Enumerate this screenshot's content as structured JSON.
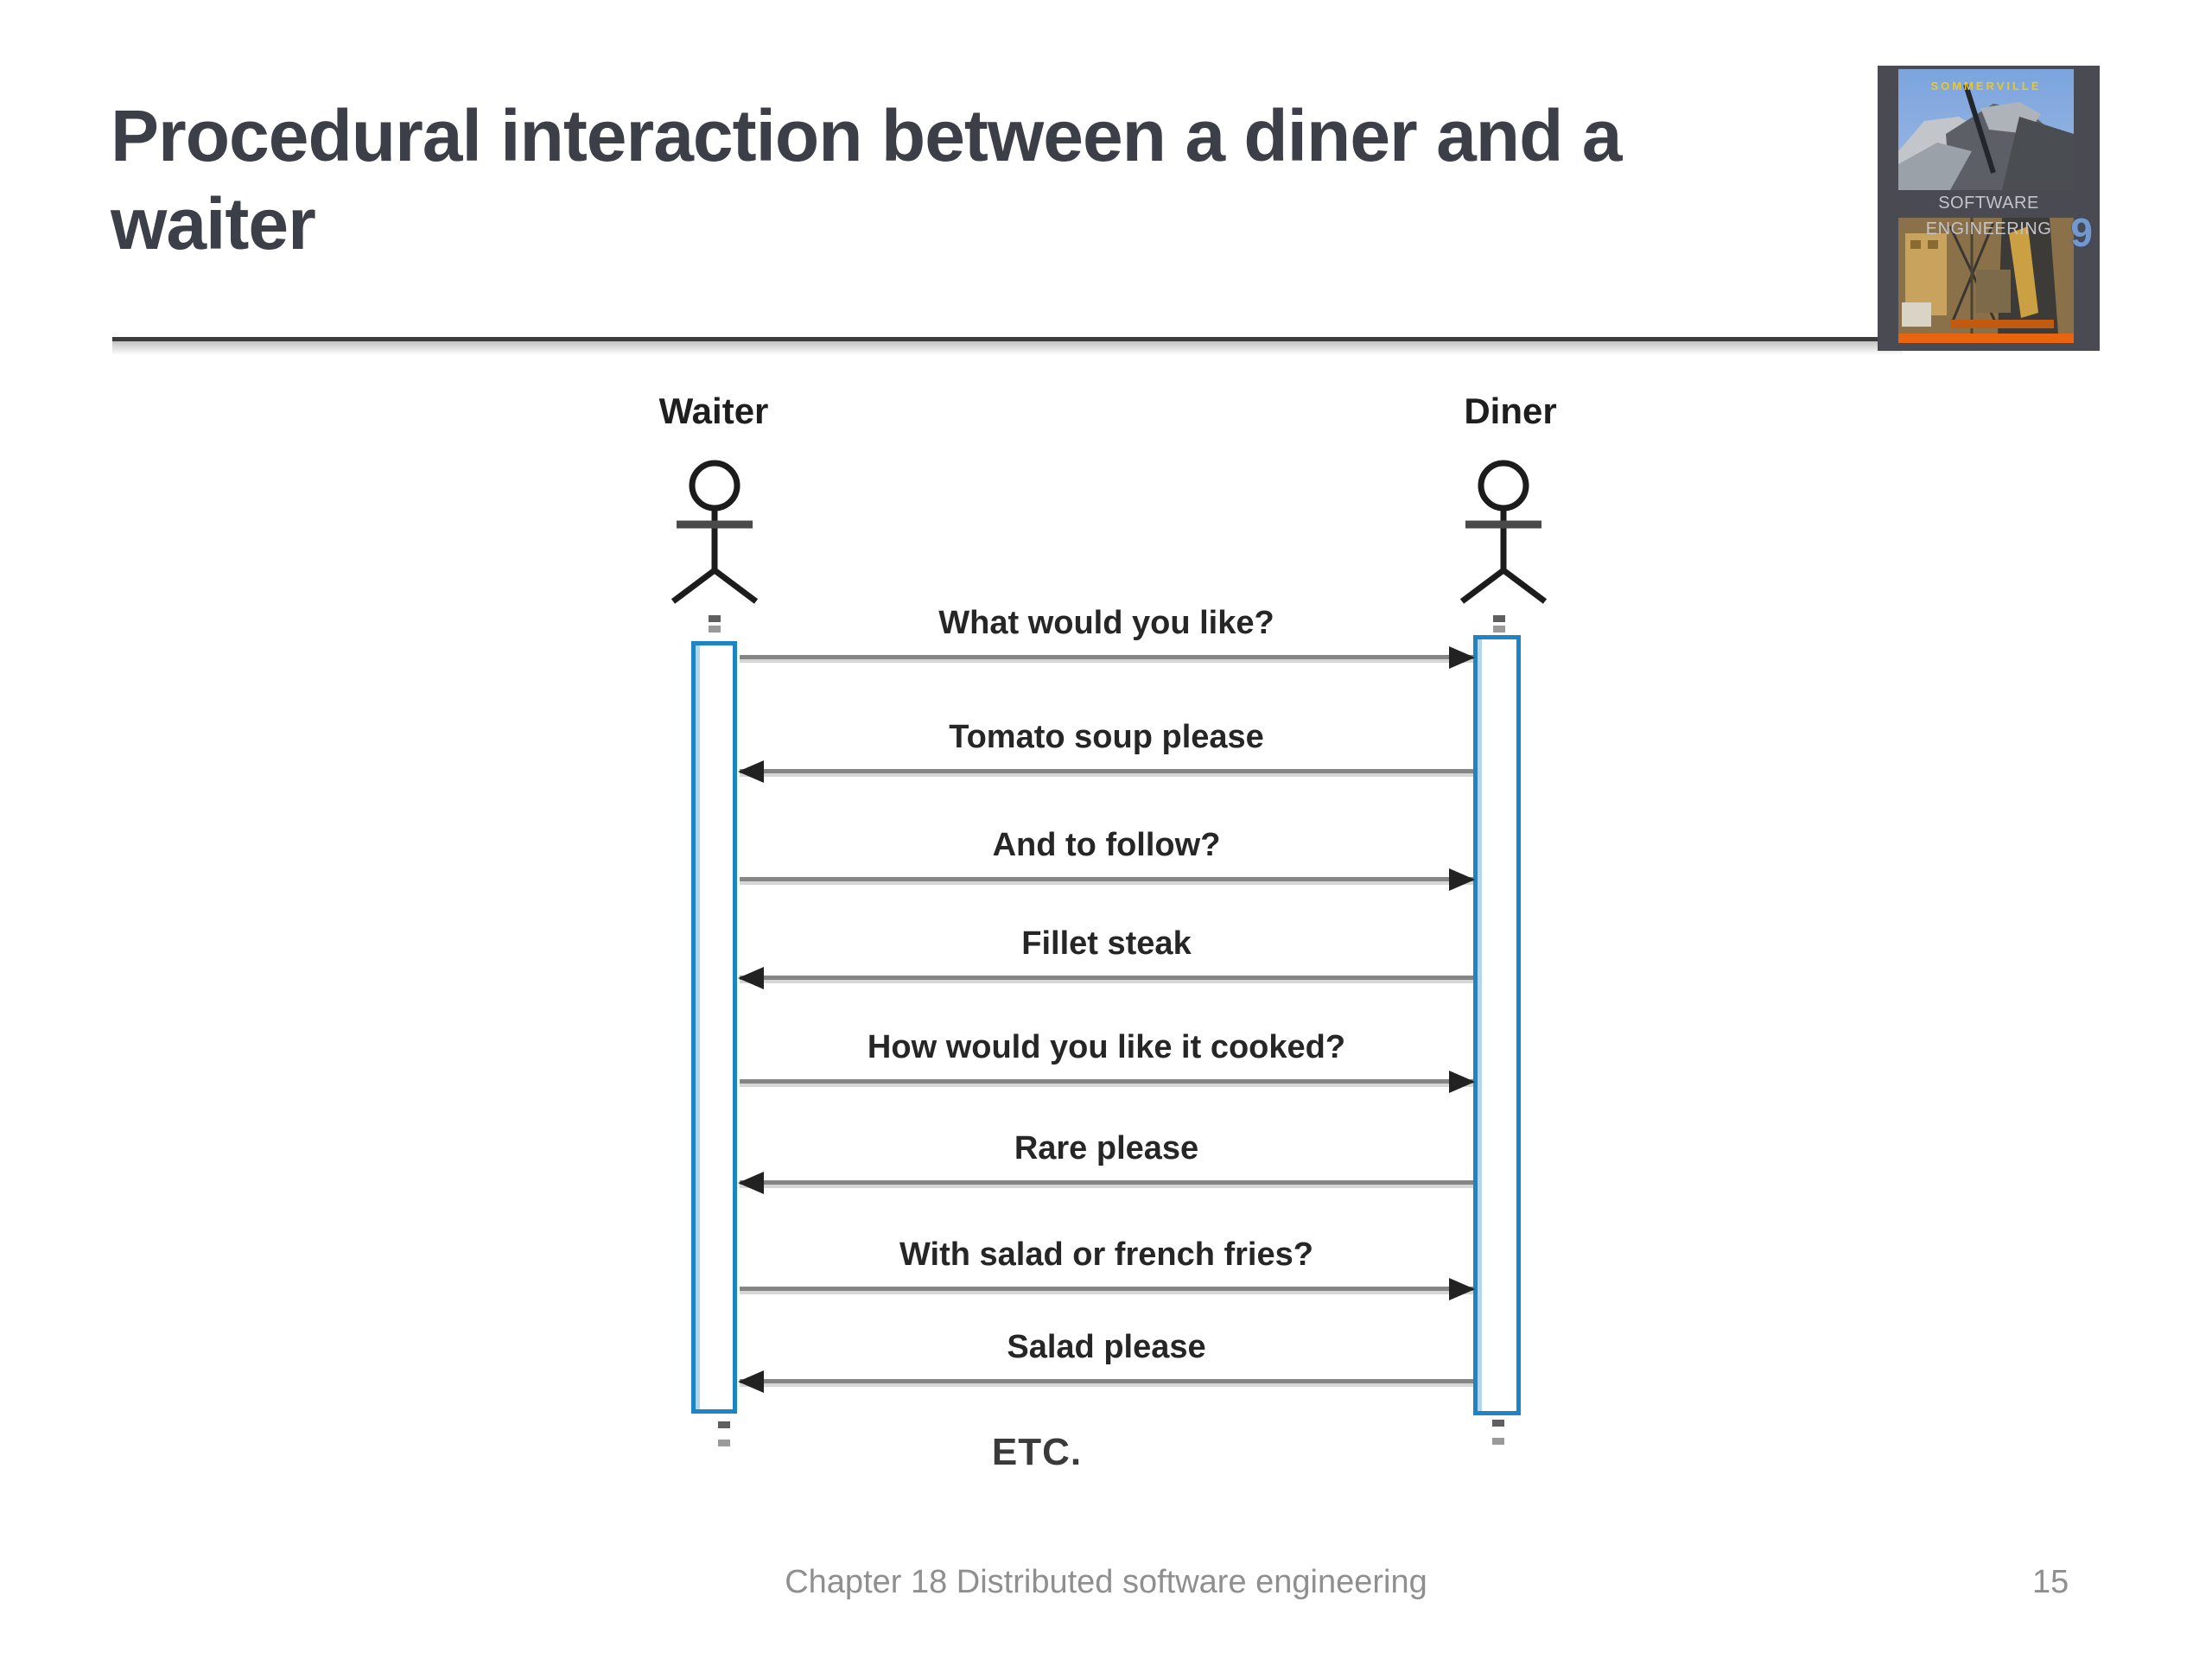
{
  "slide": {
    "title": "Procedural interaction between a diner and a waiter",
    "footer": "Chapter 18 Distributed software engineering",
    "page_number": "15"
  },
  "book_cover": {
    "author": "SOMMERVILLE",
    "title": "SOFTWARE ENGINEERING",
    "edition": "9"
  },
  "diagram": {
    "actors": [
      {
        "name": "Waiter"
      },
      {
        "name": "Diner"
      }
    ],
    "messages": [
      {
        "label": "What would you like?",
        "from": "Waiter",
        "to": "Diner",
        "direction": "right"
      },
      {
        "label": "Tomato soup please",
        "from": "Diner",
        "to": "Waiter",
        "direction": "left"
      },
      {
        "label": "And to follow?",
        "from": "Waiter",
        "to": "Diner",
        "direction": "right"
      },
      {
        "label": "Fillet steak",
        "from": "Diner",
        "to": "Waiter",
        "direction": "left"
      },
      {
        "label": "How would you like it cooked?",
        "from": "Waiter",
        "to": "Diner",
        "direction": "right"
      },
      {
        "label": "Rare please",
        "from": "Diner",
        "to": "Waiter",
        "direction": "left"
      },
      {
        "label": "With salad or french fries?",
        "from": "Waiter",
        "to": "Diner",
        "direction": "right"
      },
      {
        "label": "Salad please",
        "from": "Diner",
        "to": "Waiter",
        "direction": "left"
      }
    ],
    "continuation": "ETC."
  },
  "colors": {
    "title_text": "#3d3f48",
    "activation_bar_border": "#1d85c6",
    "message_line": "#858585",
    "arrowhead": "#222222",
    "footer_text": "#8f8f8f",
    "cover_author_yellow": "#edc727",
    "cover_edition_blue": "#7298cc",
    "cover_strip_orange": "#e8650e"
  }
}
